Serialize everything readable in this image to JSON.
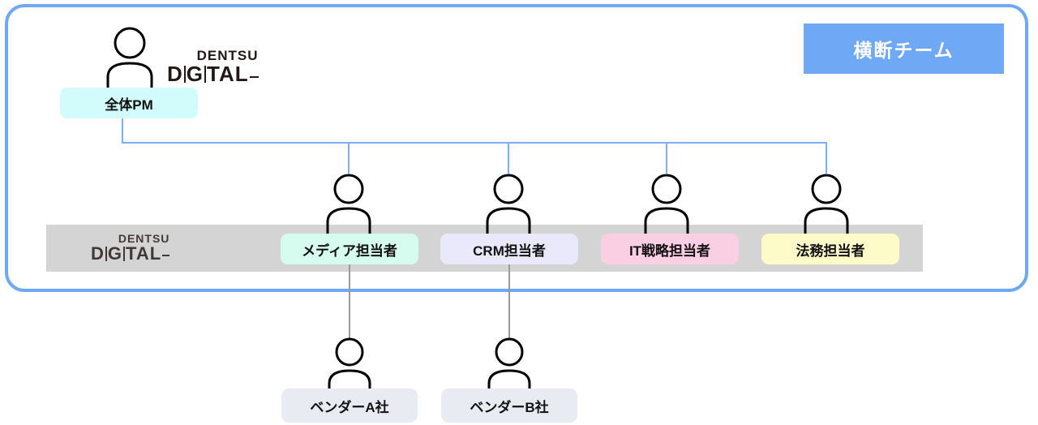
{
  "diagram": {
    "title_badge": "横断チーム",
    "brand_logo": {
      "line1": "DENTSU",
      "line2": "DIGITAL"
    },
    "root": {
      "label": "全体PM"
    },
    "roles": [
      {
        "label": "メディア担当者",
        "color": "#d6fbef"
      },
      {
        "label": "CRM担当者",
        "color": "#eae8fb"
      },
      {
        "label": "IT戦略担当者",
        "color": "#fbcfe3"
      },
      {
        "label": "法務担当者",
        "color": "#fdfcc9"
      }
    ],
    "vendors": [
      {
        "label": "ベンダーA社"
      },
      {
        "label": "ベンダーB社"
      }
    ],
    "colors": {
      "container_border": "#6fa8f5",
      "badge_background": "#6fa8f5",
      "badge_text": "#ffffff",
      "band_background": "#d4d4d4",
      "connector_blue": "#7eaef7",
      "connector_gray": "#9a9a9a",
      "root_box": "#d2fbfb",
      "vendor_box": "#e8ecf2"
    }
  }
}
